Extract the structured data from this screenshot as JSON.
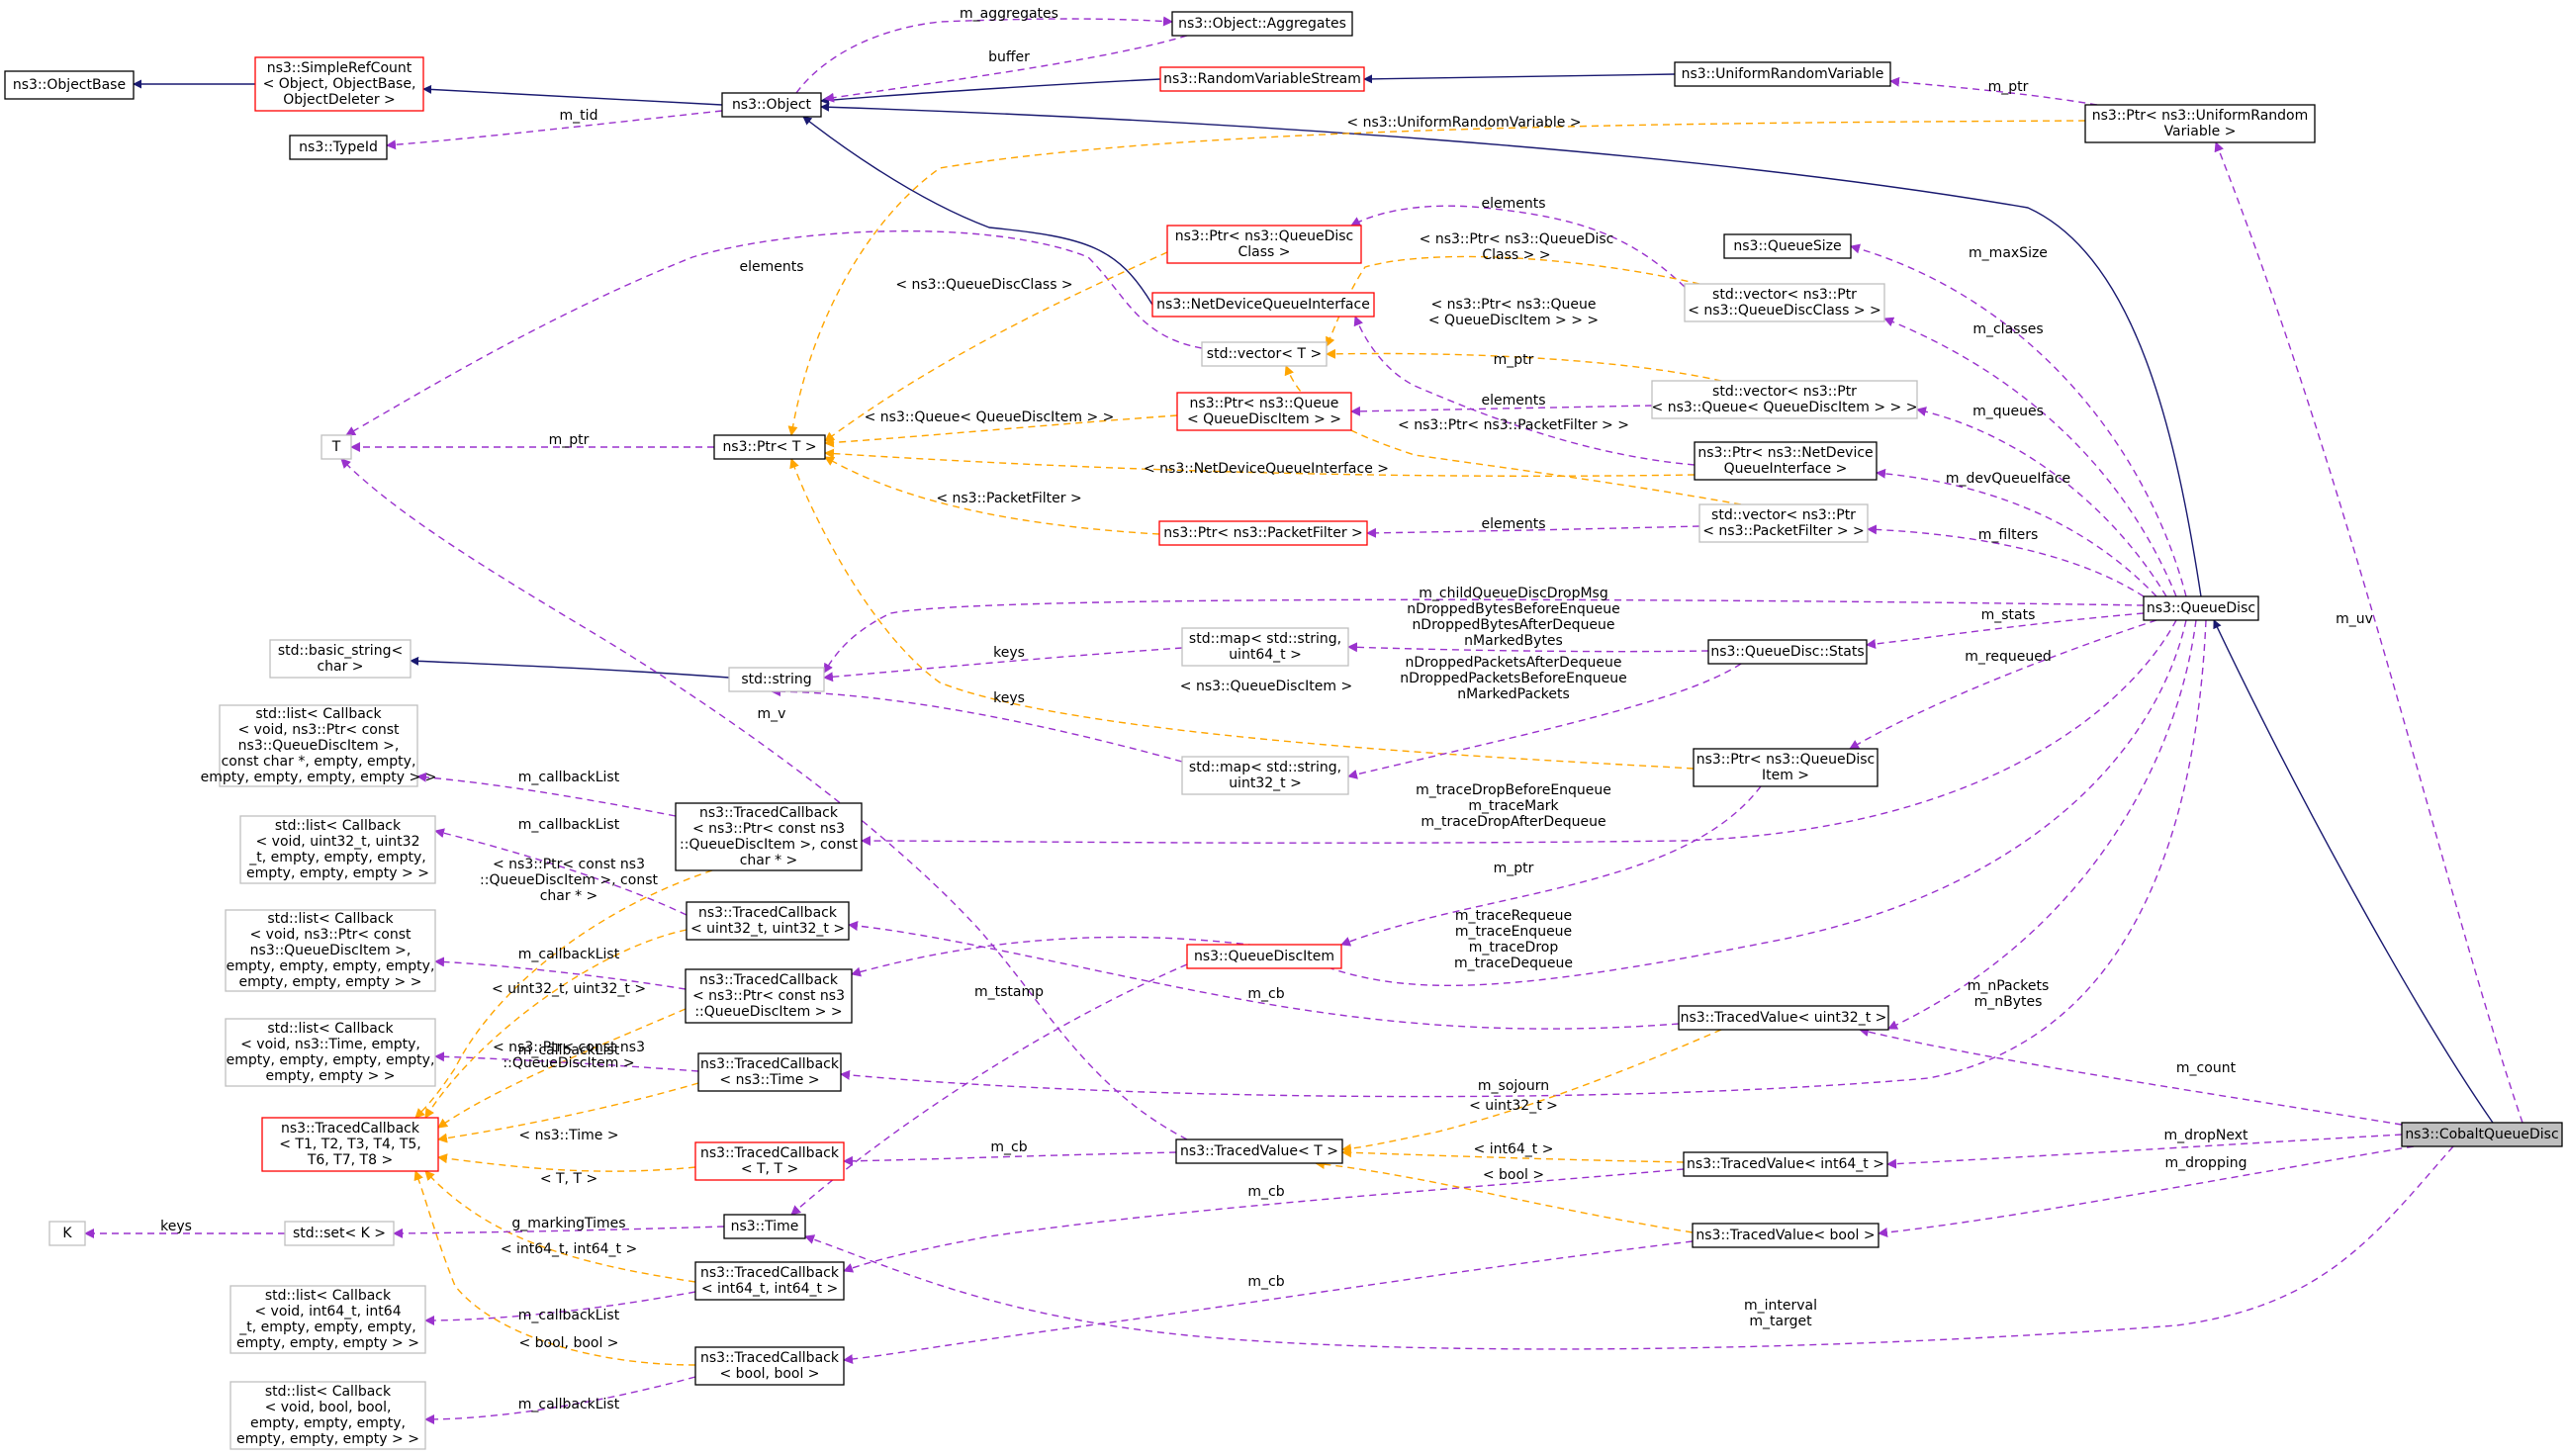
{
  "nodes": [
    {
      "id": "objectbase",
      "lines": [
        "ns3::ObjectBase"
      ],
      "kind": "doc"
    },
    {
      "id": "simplerefcount",
      "lines": [
        "ns3::SimpleRefCount",
        "< Object, ObjectBase,",
        "ObjectDeleter >"
      ],
      "kind": "trunc"
    },
    {
      "id": "typeid",
      "lines": [
        "ns3::TypeId"
      ],
      "kind": "doc"
    },
    {
      "id": "object",
      "lines": [
        "ns3::Object"
      ],
      "kind": "doc"
    },
    {
      "id": "aggregates",
      "lines": [
        "ns3::Object::Aggregates"
      ],
      "kind": "doc"
    },
    {
      "id": "rvs",
      "lines": [
        "ns3::RandomVariableStream"
      ],
      "kind": "trunc"
    },
    {
      "id": "urv",
      "lines": [
        "ns3::UniformRandomVariable"
      ],
      "kind": "doc"
    },
    {
      "id": "ptrurv",
      "lines": [
        "ns3::Ptr< ns3::UniformRandom",
        "Variable >"
      ],
      "kind": "doc"
    },
    {
      "id": "queuesize",
      "lines": [
        "ns3::QueueSize"
      ],
      "kind": "doc"
    },
    {
      "id": "ptrqdc",
      "lines": [
        "ns3::Ptr< ns3::QueueDisc",
        "Class >"
      ],
      "kind": "trunc"
    },
    {
      "id": "ndqi",
      "lines": [
        "ns3::NetDeviceQueueInterface"
      ],
      "kind": "trunc"
    },
    {
      "id": "vecptrqdc",
      "lines": [
        "std::vector< ns3::Ptr",
        "< ns3::QueueDiscClass > >"
      ],
      "kind": "undoc"
    },
    {
      "id": "vector",
      "lines": [
        "std::vector< T >"
      ],
      "kind": "undoc"
    },
    {
      "id": "vecptrq",
      "lines": [
        "std::vector< ns3::Ptr",
        "< ns3::Queue< QueueDiscItem > > >"
      ],
      "kind": "undoc"
    },
    {
      "id": "T",
      "lines": [
        "T"
      ],
      "kind": "undoc"
    },
    {
      "id": "ptrT",
      "lines": [
        "ns3::Ptr< T >"
      ],
      "kind": "doc"
    },
    {
      "id": "ptrqueue",
      "lines": [
        "ns3::Ptr< ns3::Queue",
        "< QueueDiscItem > >"
      ],
      "kind": "trunc"
    },
    {
      "id": "ptrndqi",
      "lines": [
        "ns3::Ptr< ns3::NetDevice",
        "QueueInterface >"
      ],
      "kind": "doc"
    },
    {
      "id": "ptrpf",
      "lines": [
        "ns3::Ptr< ns3::PacketFilter >"
      ],
      "kind": "trunc"
    },
    {
      "id": "vecptrpf",
      "lines": [
        "std::vector< ns3::Ptr",
        "< ns3::PacketFilter > >"
      ],
      "kind": "undoc"
    },
    {
      "id": "queuedisc",
      "lines": [
        "ns3::QueueDisc"
      ],
      "kind": "doc"
    },
    {
      "id": "basicstring",
      "lines": [
        "std::basic_string<",
        "char >"
      ],
      "kind": "undoc"
    },
    {
      "id": "string",
      "lines": [
        "std::string"
      ],
      "kind": "undoc"
    },
    {
      "id": "mapu64",
      "lines": [
        "std::map< std::string,",
        "uint64_t >"
      ],
      "kind": "undoc"
    },
    {
      "id": "stats",
      "lines": [
        "ns3::QueueDisc::Stats"
      ],
      "kind": "doc"
    },
    {
      "id": "mapu32",
      "lines": [
        "std::map< std::string,",
        "uint32_t >"
      ],
      "kind": "undoc"
    },
    {
      "id": "ptrqdi",
      "lines": [
        "ns3::Ptr< ns3::QueueDisc",
        "Item >"
      ],
      "kind": "doc"
    },
    {
      "id": "list1",
      "lines": [
        "std::list< Callback",
        "< void, ns3::Ptr< const",
        "ns3::QueueDiscItem >,",
        "const char *, empty, empty,",
        "empty, empty, empty, empty > >"
      ],
      "kind": "undoc"
    },
    {
      "id": "tcb1",
      "lines": [
        "ns3::TracedCallback",
        "< ns3::Ptr< const ns3",
        "::QueueDiscItem >, const",
        "char * >"
      ],
      "kind": "doc"
    },
    {
      "id": "list2",
      "lines": [
        "std::list< Callback",
        "< void, uint32_t, uint32",
        "_t, empty, empty, empty,",
        "empty, empty, empty > >"
      ],
      "kind": "undoc"
    },
    {
      "id": "tcb2",
      "lines": [
        "ns3::TracedCallback",
        "< uint32_t, uint32_t >"
      ],
      "kind": "doc"
    },
    {
      "id": "list3",
      "lines": [
        "std::list< Callback",
        "< void, ns3::Ptr< const",
        "ns3::QueueDiscItem >,",
        "empty, empty, empty, empty,",
        "empty, empty, empty > >"
      ],
      "kind": "undoc"
    },
    {
      "id": "tcb3",
      "lines": [
        "ns3::TracedCallback",
        "< ns3::Ptr< const ns3",
        "::QueueDiscItem > >"
      ],
      "kind": "doc"
    },
    {
      "id": "qdi",
      "lines": [
        "ns3::QueueDiscItem"
      ],
      "kind": "trunc"
    },
    {
      "id": "tvu32",
      "lines": [
        "ns3::TracedValue< uint32_t >"
      ],
      "kind": "doc"
    },
    {
      "id": "list4",
      "lines": [
        "std::list< Callback",
        "< void, ns3::Time, empty,",
        "empty, empty, empty, empty,",
        "empty, empty > >"
      ],
      "kind": "undoc"
    },
    {
      "id": "tcbtime",
      "lines": [
        "ns3::TracedCallback",
        "< ns3::Time >"
      ],
      "kind": "doc"
    },
    {
      "id": "tcbgen",
      "lines": [
        "ns3::TracedCallback",
        "< T1, T2, T3, T4, T5,",
        "T6, T7, T8 >"
      ],
      "kind": "trunc"
    },
    {
      "id": "tcbTT",
      "lines": [
        "ns3::TracedCallback",
        "< T, T >"
      ],
      "kind": "trunc"
    },
    {
      "id": "tvT",
      "lines": [
        "ns3::TracedValue< T >"
      ],
      "kind": "doc"
    },
    {
      "id": "tvi64",
      "lines": [
        "ns3::TracedValue< int64_t >"
      ],
      "kind": "doc"
    },
    {
      "id": "cobalt",
      "lines": [
        "ns3::CobaltQueueDisc"
      ],
      "kind": "focus"
    },
    {
      "id": "K",
      "lines": [
        "K"
      ],
      "kind": "undoc"
    },
    {
      "id": "setK",
      "lines": [
        "std::set< K >"
      ],
      "kind": "undoc"
    },
    {
      "id": "time",
      "lines": [
        "ns3::Time"
      ],
      "kind": "doc"
    },
    {
      "id": "tvbool",
      "lines": [
        "ns3::TracedValue< bool >"
      ],
      "kind": "doc"
    },
    {
      "id": "tcbi64",
      "lines": [
        "ns3::TracedCallback",
        "< int64_t, int64_t >"
      ],
      "kind": "doc"
    },
    {
      "id": "list5",
      "lines": [
        "std::list< Callback",
        "< void, int64_t, int64",
        "_t, empty, empty, empty,",
        "empty, empty, empty > >"
      ],
      "kind": "undoc"
    },
    {
      "id": "tcbbool",
      "lines": [
        "ns3::TracedCallback",
        "< bool, bool >"
      ],
      "kind": "doc"
    },
    {
      "id": "list6",
      "lines": [
        "std::list< Callback",
        "< void, bool, bool,",
        "empty, empty, empty,",
        "empty, empty, empty > >"
      ],
      "kind": "undoc"
    }
  ],
  "edges": [
    {
      "from": "simplerefcount",
      "to": "objectbase",
      "type": "inherit",
      "label": []
    },
    {
      "from": "object",
      "to": "simplerefcount",
      "type": "inherit",
      "label": []
    },
    {
      "from": "rvs",
      "to": "object",
      "type": "inherit",
      "label": []
    },
    {
      "from": "urv",
      "to": "rvs",
      "type": "inherit",
      "label": []
    },
    {
      "from": "ndqi",
      "to": "object",
      "type": "inherit",
      "label": []
    },
    {
      "from": "queuedisc",
      "to": "object",
      "type": "inherit",
      "label": []
    },
    {
      "from": "string",
      "to": "basicstring",
      "type": "inherit",
      "label": []
    },
    {
      "from": "cobalt",
      "to": "queuedisc",
      "type": "inherit",
      "label": []
    },
    {
      "from": "object",
      "to": "typeid",
      "type": "usage",
      "label": [
        "m_tid"
      ]
    },
    {
      "from": "object",
      "to": "aggregates",
      "type": "usage",
      "label": [
        "m_aggregates"
      ]
    },
    {
      "from": "aggregates",
      "to": "object",
      "type": "usage",
      "label": [
        "buffer"
      ]
    },
    {
      "from": "ptrurv",
      "to": "urv",
      "type": "usage",
      "label": [
        "m_ptr"
      ]
    },
    {
      "from": "ptrurv",
      "to": "ptrT",
      "type": "template",
      "label": [
        "< ns3::UniformRandomVariable >"
      ]
    },
    {
      "from": "vector",
      "to": "T",
      "type": "usage",
      "label": [
        "elements"
      ]
    },
    {
      "from": "vecptrqdc",
      "to": "ptrqdc",
      "type": "usage",
      "label": [
        "elements"
      ]
    },
    {
      "from": "vecptrqdc",
      "to": "vector",
      "type": "template",
      "label": [
        "< ns3::Ptr< ns3::QueueDisc",
        "Class > >"
      ]
    },
    {
      "from": "vecptrq",
      "to": "vector",
      "type": "template",
      "label": [
        "< ns3::Ptr< ns3::Queue",
        "< QueueDiscItem > > >"
      ]
    },
    {
      "from": "vecptrq",
      "to": "ptrqueue",
      "type": "usage",
      "label": [
        "elements"
      ]
    },
    {
      "from": "vecptrpf",
      "to": "vector",
      "type": "template",
      "label": [
        "< ns3::Ptr< ns3::PacketFilter > >"
      ]
    },
    {
      "from": "vecptrpf",
      "to": "ptrpf",
      "type": "usage",
      "label": [
        "elements"
      ]
    },
    {
      "from": "ptrT",
      "to": "T",
      "type": "usage",
      "label": [
        "m_ptr"
      ]
    },
    {
      "from": "ptrqdc",
      "to": "ptrT",
      "type": "template",
      "label": [
        "< ns3::QueueDiscClass >"
      ]
    },
    {
      "from": "ptrqueue",
      "to": "ptrT",
      "type": "template",
      "label": [
        "< ns3::Queue< QueueDiscItem > >"
      ]
    },
    {
      "from": "ptrndqi",
      "to": "ptrT",
      "type": "template",
      "label": [
        "< ns3::NetDeviceQueueInterface >"
      ]
    },
    {
      "from": "ptrndqi",
      "to": "ndqi",
      "type": "usage",
      "label": [
        "m_ptr"
      ]
    },
    {
      "from": "ptrpf",
      "to": "ptrT",
      "type": "template",
      "label": [
        "< ns3::PacketFilter >"
      ]
    },
    {
      "from": "ptrqdi",
      "to": "ptrT",
      "type": "template",
      "label": [
        "< ns3::QueueDiscItem >"
      ]
    },
    {
      "from": "ptrqdi",
      "to": "qdi",
      "type": "usage",
      "label": [
        "m_ptr"
      ]
    },
    {
      "from": "queuedisc",
      "to": "queuesize",
      "type": "usage",
      "label": [
        "m_maxSize"
      ]
    },
    {
      "from": "queuedisc",
      "to": "vecptrqdc",
      "type": "usage",
      "label": [
        "m_classes"
      ]
    },
    {
      "from": "queuedisc",
      "to": "vecptrq",
      "type": "usage",
      "label": [
        "m_queues"
      ]
    },
    {
      "from": "queuedisc",
      "to": "ptrndqi",
      "type": "usage",
      "label": [
        "m_devQueueIface"
      ]
    },
    {
      "from": "queuedisc",
      "to": "vecptrpf",
      "type": "usage",
      "label": [
        "m_filters"
      ]
    },
    {
      "from": "queuedisc",
      "to": "string",
      "type": "usage",
      "label": [
        "m_childQueueDiscDropMsg"
      ]
    },
    {
      "from": "queuedisc",
      "to": "stats",
      "type": "usage",
      "label": [
        "m_stats"
      ]
    },
    {
      "from": "queuedisc",
      "to": "ptrqdi",
      "type": "usage",
      "label": [
        "m_requeued"
      ]
    },
    {
      "from": "queuedisc",
      "to": "tcb1",
      "type": "usage",
      "label": [
        "m_traceDropBeforeEnqueue",
        "m_traceMark",
        "m_traceDropAfterDequeue"
      ]
    },
    {
      "from": "queuedisc",
      "to": "tcb3",
      "type": "usage",
      "label": [
        "m_traceRequeue",
        "m_traceEnqueue",
        "m_traceDrop",
        "m_traceDequeue"
      ]
    },
    {
      "from": "queuedisc",
      "to": "tvu32",
      "type": "usage",
      "label": [
        "m_nPackets",
        "m_nBytes"
      ]
    },
    {
      "from": "queuedisc",
      "to": "tcbtime",
      "type": "usage",
      "label": [
        "m_sojourn"
      ]
    },
    {
      "from": "stats",
      "to": "mapu64",
      "type": "usage",
      "label": [
        "nDroppedBytesBeforeEnqueue",
        "nDroppedBytesAfterDequeue",
        "nMarkedBytes"
      ]
    },
    {
      "from": "stats",
      "to": "mapu32",
      "type": "usage",
      "label": [
        "nDroppedPacketsAfterDequeue",
        "nDroppedPacketsBeforeEnqueue",
        "nMarkedPackets"
      ]
    },
    {
      "from": "mapu64",
      "to": "string",
      "type": "usage",
      "label": [
        "keys"
      ]
    },
    {
      "from": "mapu32",
      "to": "string",
      "type": "usage",
      "label": [
        "keys"
      ]
    },
    {
      "from": "tcb1",
      "to": "list1",
      "type": "usage",
      "label": [
        "m_callbackList"
      ]
    },
    {
      "from": "tcb1",
      "to": "tcbgen",
      "type": "template",
      "label": [
        "< ns3::Ptr< const ns3",
        "::QueueDiscItem >, const",
        "char * >"
      ]
    },
    {
      "from": "tcb2",
      "to": "list2",
      "type": "usage",
      "label": [
        "m_callbackList"
      ]
    },
    {
      "from": "tcb2",
      "to": "tcbgen",
      "type": "template",
      "label": [
        "< uint32_t, uint32_t >"
      ]
    },
    {
      "from": "tcb3",
      "to": "list3",
      "type": "usage",
      "label": [
        "m_callbackList"
      ]
    },
    {
      "from": "tcb3",
      "to": "tcbgen",
      "type": "template",
      "label": [
        "< ns3::Ptr< const ns3",
        "::QueueDiscItem >"
      ]
    },
    {
      "from": "tcbtime",
      "to": "list4",
      "type": "usage",
      "label": [
        "m_callbackList"
      ]
    },
    {
      "from": "tcbtime",
      "to": "tcbgen",
      "type": "template",
      "label": [
        "< ns3::Time >"
      ]
    },
    {
      "from": "tcbTT",
      "to": "tcbgen",
      "type": "template",
      "label": [
        "< T, T >"
      ]
    },
    {
      "from": "tcbi64",
      "to": "list5",
      "type": "usage",
      "label": [
        "m_callbackList"
      ]
    },
    {
      "from": "tcbi64",
      "to": "tcbgen",
      "type": "template",
      "label": [
        "< int64_t, int64_t >"
      ]
    },
    {
      "from": "tcbbool",
      "to": "list6",
      "type": "usage",
      "label": [
        "m_callbackList"
      ]
    },
    {
      "from": "tcbbool",
      "to": "tcbgen",
      "type": "template",
      "label": [
        "< bool, bool >"
      ]
    },
    {
      "from": "qdi",
      "to": "time",
      "type": "usage",
      "label": [
        "m_tstamp"
      ]
    },
    {
      "from": "tvu32",
      "to": "tcb2",
      "type": "usage",
      "label": [
        "m_cb"
      ]
    },
    {
      "from": "tvu32",
      "to": "tvT",
      "type": "template",
      "label": [
        "< uint32_t >"
      ]
    },
    {
      "from": "tvT",
      "to": "tcbTT",
      "type": "usage",
      "label": [
        "m_cb"
      ]
    },
    {
      "from": "tvT",
      "to": "T",
      "type": "usage",
      "label": [
        "m_v"
      ]
    },
    {
      "from": "tvi64",
      "to": "tvT",
      "type": "template",
      "label": [
        "< int64_t >"
      ]
    },
    {
      "from": "tvi64",
      "to": "tcbi64",
      "type": "usage",
      "label": [
        "m_cb"
      ]
    },
    {
      "from": "tvbool",
      "to": "tvT",
      "type": "template",
      "label": [
        "< bool >"
      ]
    },
    {
      "from": "tvbool",
      "to": "tcbbool",
      "type": "usage",
      "label": [
        "m_cb"
      ]
    },
    {
      "from": "setK",
      "to": "K",
      "type": "usage",
      "label": [
        "keys"
      ]
    },
    {
      "from": "time",
      "to": "setK",
      "type": "usage",
      "label": [
        "g_markingTimes"
      ]
    },
    {
      "from": "cobalt",
      "to": "ptrurv",
      "type": "usage",
      "label": [
        "m_uv"
      ]
    },
    {
      "from": "cobalt",
      "to": "tvu32",
      "type": "usage",
      "label": [
        "m_count"
      ]
    },
    {
      "from": "cobalt",
      "to": "tvi64",
      "type": "usage",
      "label": [
        "m_dropNext"
      ]
    },
    {
      "from": "cobalt",
      "to": "tvbool",
      "type": "usage",
      "label": [
        "m_dropping"
      ]
    },
    {
      "from": "cobalt",
      "to": "time",
      "type": "usage",
      "label": [
        "m_interval",
        "m_target"
      ]
    }
  ]
}
